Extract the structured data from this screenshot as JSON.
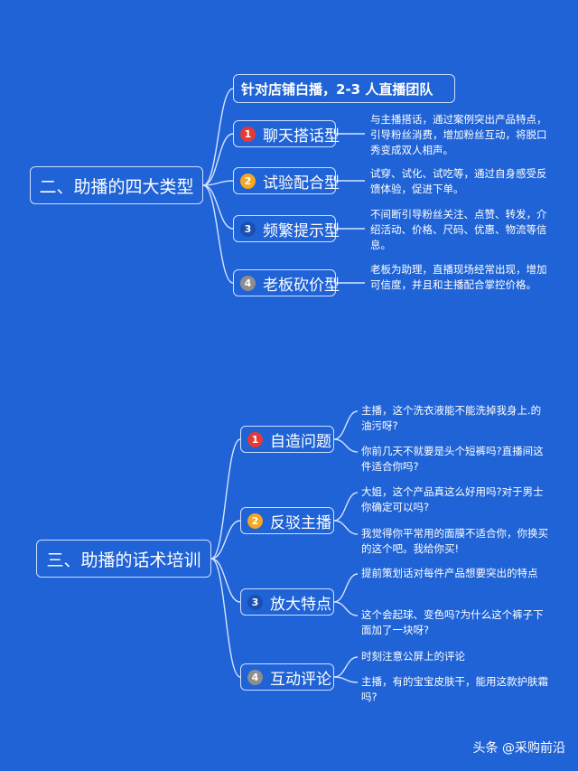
{
  "section1": {
    "title": "二、助播的四大类型",
    "header": "针对店铺白播，2-3 人直播团队",
    "items": [
      {
        "num": "1",
        "color": "#e53935",
        "label": "聊天搭话型",
        "desc": "与主播搭话，通过案例突出产品特点，引导粉丝消费，增加粉丝互动，将脱口秀变成双人相声。"
      },
      {
        "num": "2",
        "color": "#f5a623",
        "label": "试验配合型",
        "desc": "试穿、试化、试吃等，通过自身感受反馈体验，促进下单。"
      },
      {
        "num": "3",
        "color": "#1b4fb0",
        "label": "频繁提示型",
        "desc": "不间断引导粉丝关注、点赞、转发，介绍活动、价格、尺码、优惠、物流等信息。"
      },
      {
        "num": "4",
        "color": "#8e8e8e",
        "label": "老板砍价型",
        "desc": "老板为助理，直播现场经常出现，增加可信度，并且和主播配合掌控价格。"
      }
    ]
  },
  "section2": {
    "title": "三、助播的话术培训",
    "items": [
      {
        "num": "1",
        "color": "#e53935",
        "label": "自造问题",
        "descs": [
          "主播，这个洗衣液能不能洗掉我身上.的油污呀?",
          "你前几天不就要是头个短裤吗?直播间这件适合你吗?"
        ]
      },
      {
        "num": "2",
        "color": "#f5a623",
        "label": "反驳主播",
        "descs": [
          "大姐，这个产品真这么好用吗?对于男士你确定可以吗?",
          "我觉得你平常用的面膜不适合你，你换买的这个吧。我给你买!"
        ]
      },
      {
        "num": "3",
        "color": "#1b4fb0",
        "label": "放大特点",
        "descs": [
          "提前策划话对每件产品想要突出的特点",
          "这个会起球、变色吗?为什么这个裤子下面加了一块呀?"
        ]
      },
      {
        "num": "4",
        "color": "#8e8e8e",
        "label": "互动评论",
        "descs": [
          "时刻注意公屏上的评论",
          "主播，有的宝宝皮肤干，能用这款护肤霜吗?"
        ]
      }
    ]
  },
  "watermark": "头条 @采购前沿"
}
